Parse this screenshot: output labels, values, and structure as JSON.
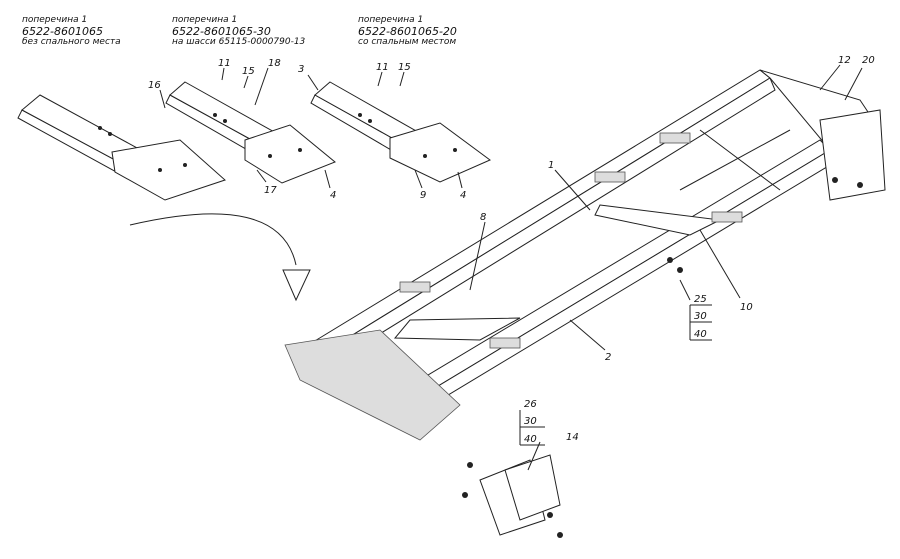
{
  "captions": [
    {
      "line1": "поперечина 1",
      "line2": "6522-8601065",
      "line3": "без спального места"
    },
    {
      "line1": "поперечина 1",
      "line2": "6522-8601065-30",
      "line3": "на шасси 65115-0000790-13"
    },
    {
      "line1": "поперечина 1",
      "line2": "6522-8601065-20",
      "line3": "со спальным местом"
    }
  ],
  "callouts": {
    "c16": "16",
    "c11a": "11",
    "c15a": "15",
    "c18": "18",
    "c17": "17",
    "c4a": "4",
    "c3": "3",
    "c11b": "11",
    "c15b": "15",
    "c9": "9",
    "c4b": "4",
    "c12": "12",
    "c20": "20",
    "c1": "1",
    "c8": "8",
    "c10": "10",
    "c2": "2",
    "c25": "25",
    "c30a": "30",
    "c40a": "40",
    "c26": "26",
    "c30b": "30",
    "c40b": "40",
    "c14": "14"
  }
}
